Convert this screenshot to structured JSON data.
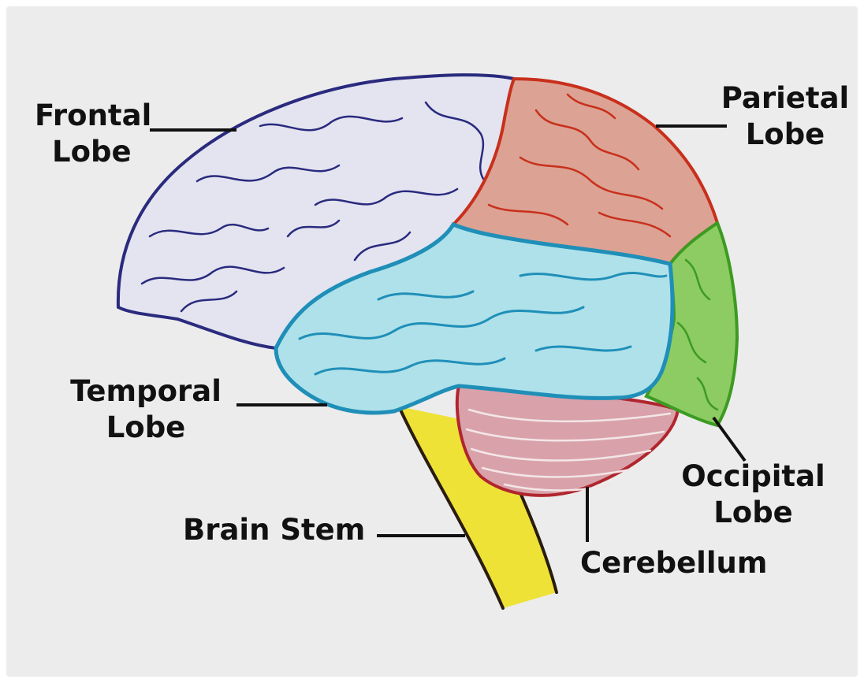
{
  "labels": {
    "frontal": [
      "Frontal",
      "Lobe"
    ],
    "parietal": [
      "Parietal",
      "Lobe"
    ],
    "temporal": [
      "Temporal",
      "Lobe"
    ],
    "occipital": [
      "Occipital",
      "Lobe"
    ],
    "brain_stem": "Brain Stem",
    "cerebellum": "Cerebellum"
  },
  "colors": {
    "background": "#ececec",
    "frontal_fill": "#e3e4f0",
    "frontal_line": "#2a2a7e",
    "parietal_fill": "#dca294",
    "parietal_line": "#c8301c",
    "temporal_fill": "#aee1ea",
    "temporal_line": "#1f8fb8",
    "occipital_fill": "#8ccc62",
    "occipital_line": "#3d9a22",
    "cerebellum_fill": "#d9a2aa",
    "cerebellum_line": "#b0262e",
    "brainstem_fill": "#eee236",
    "outline": "#2a1c0e",
    "leader_line": "#111111"
  }
}
